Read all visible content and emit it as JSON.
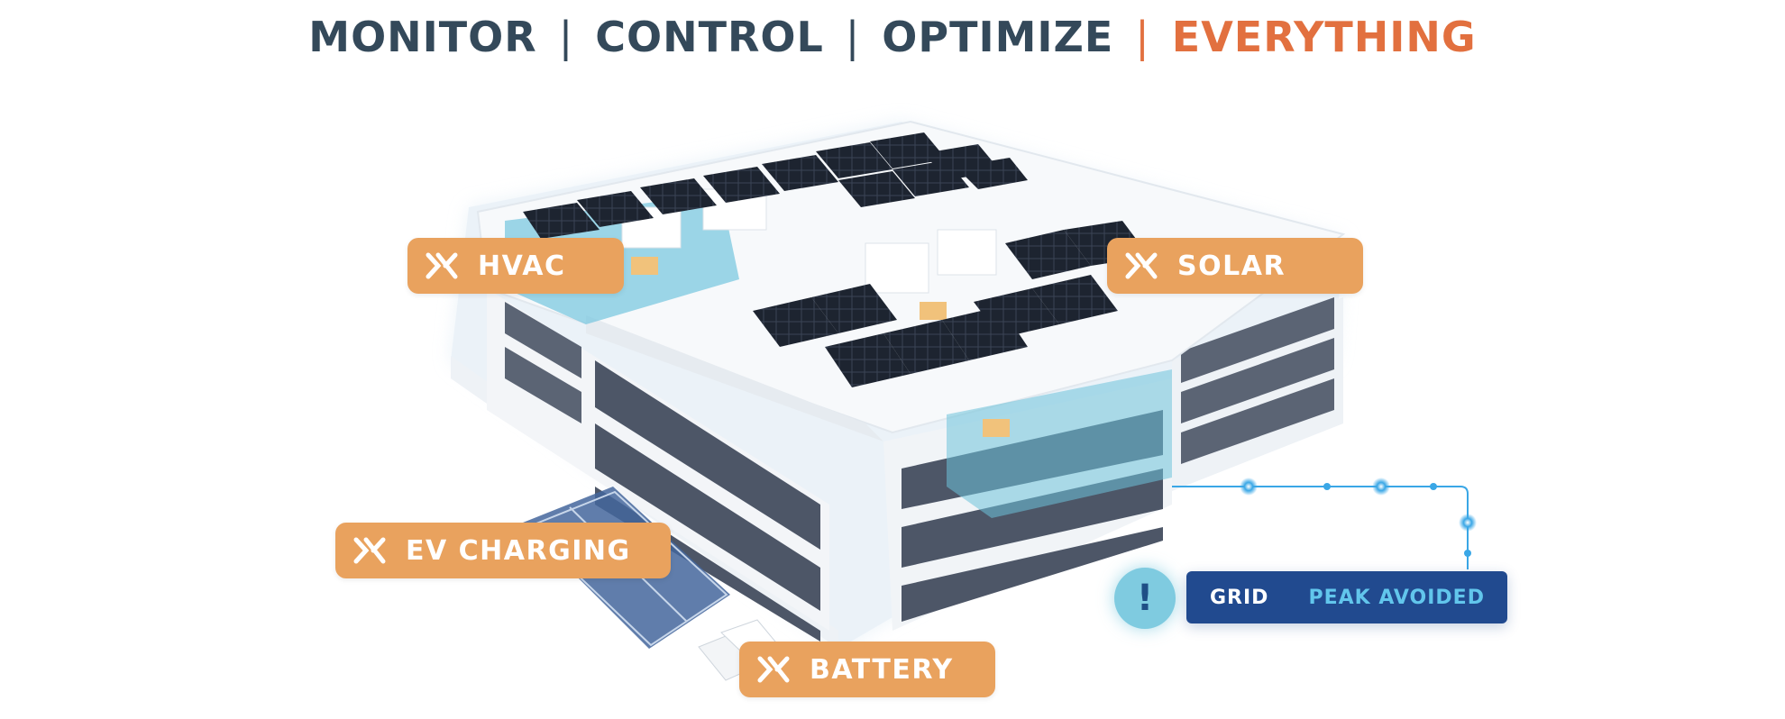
{
  "headline": {
    "words": [
      "MONITOR",
      "CONTROL",
      "OPTIMIZE",
      "EVERYTHING"
    ],
    "separator": "|",
    "accent_color": "#e2703f",
    "text_color": "#34495a"
  },
  "tags": {
    "hvac": "HVAC",
    "solar": "SOLAR",
    "ev_charging": "EV CHARGING",
    "battery": "BATTERY",
    "icon": "x-logo-icon",
    "color": "#e9a25e"
  },
  "grid_status": {
    "label": "GRID",
    "status": "PEAK AVOIDED",
    "alert_symbol": "!",
    "panel_color": "#214a8f",
    "status_color": "#62c6ec"
  }
}
